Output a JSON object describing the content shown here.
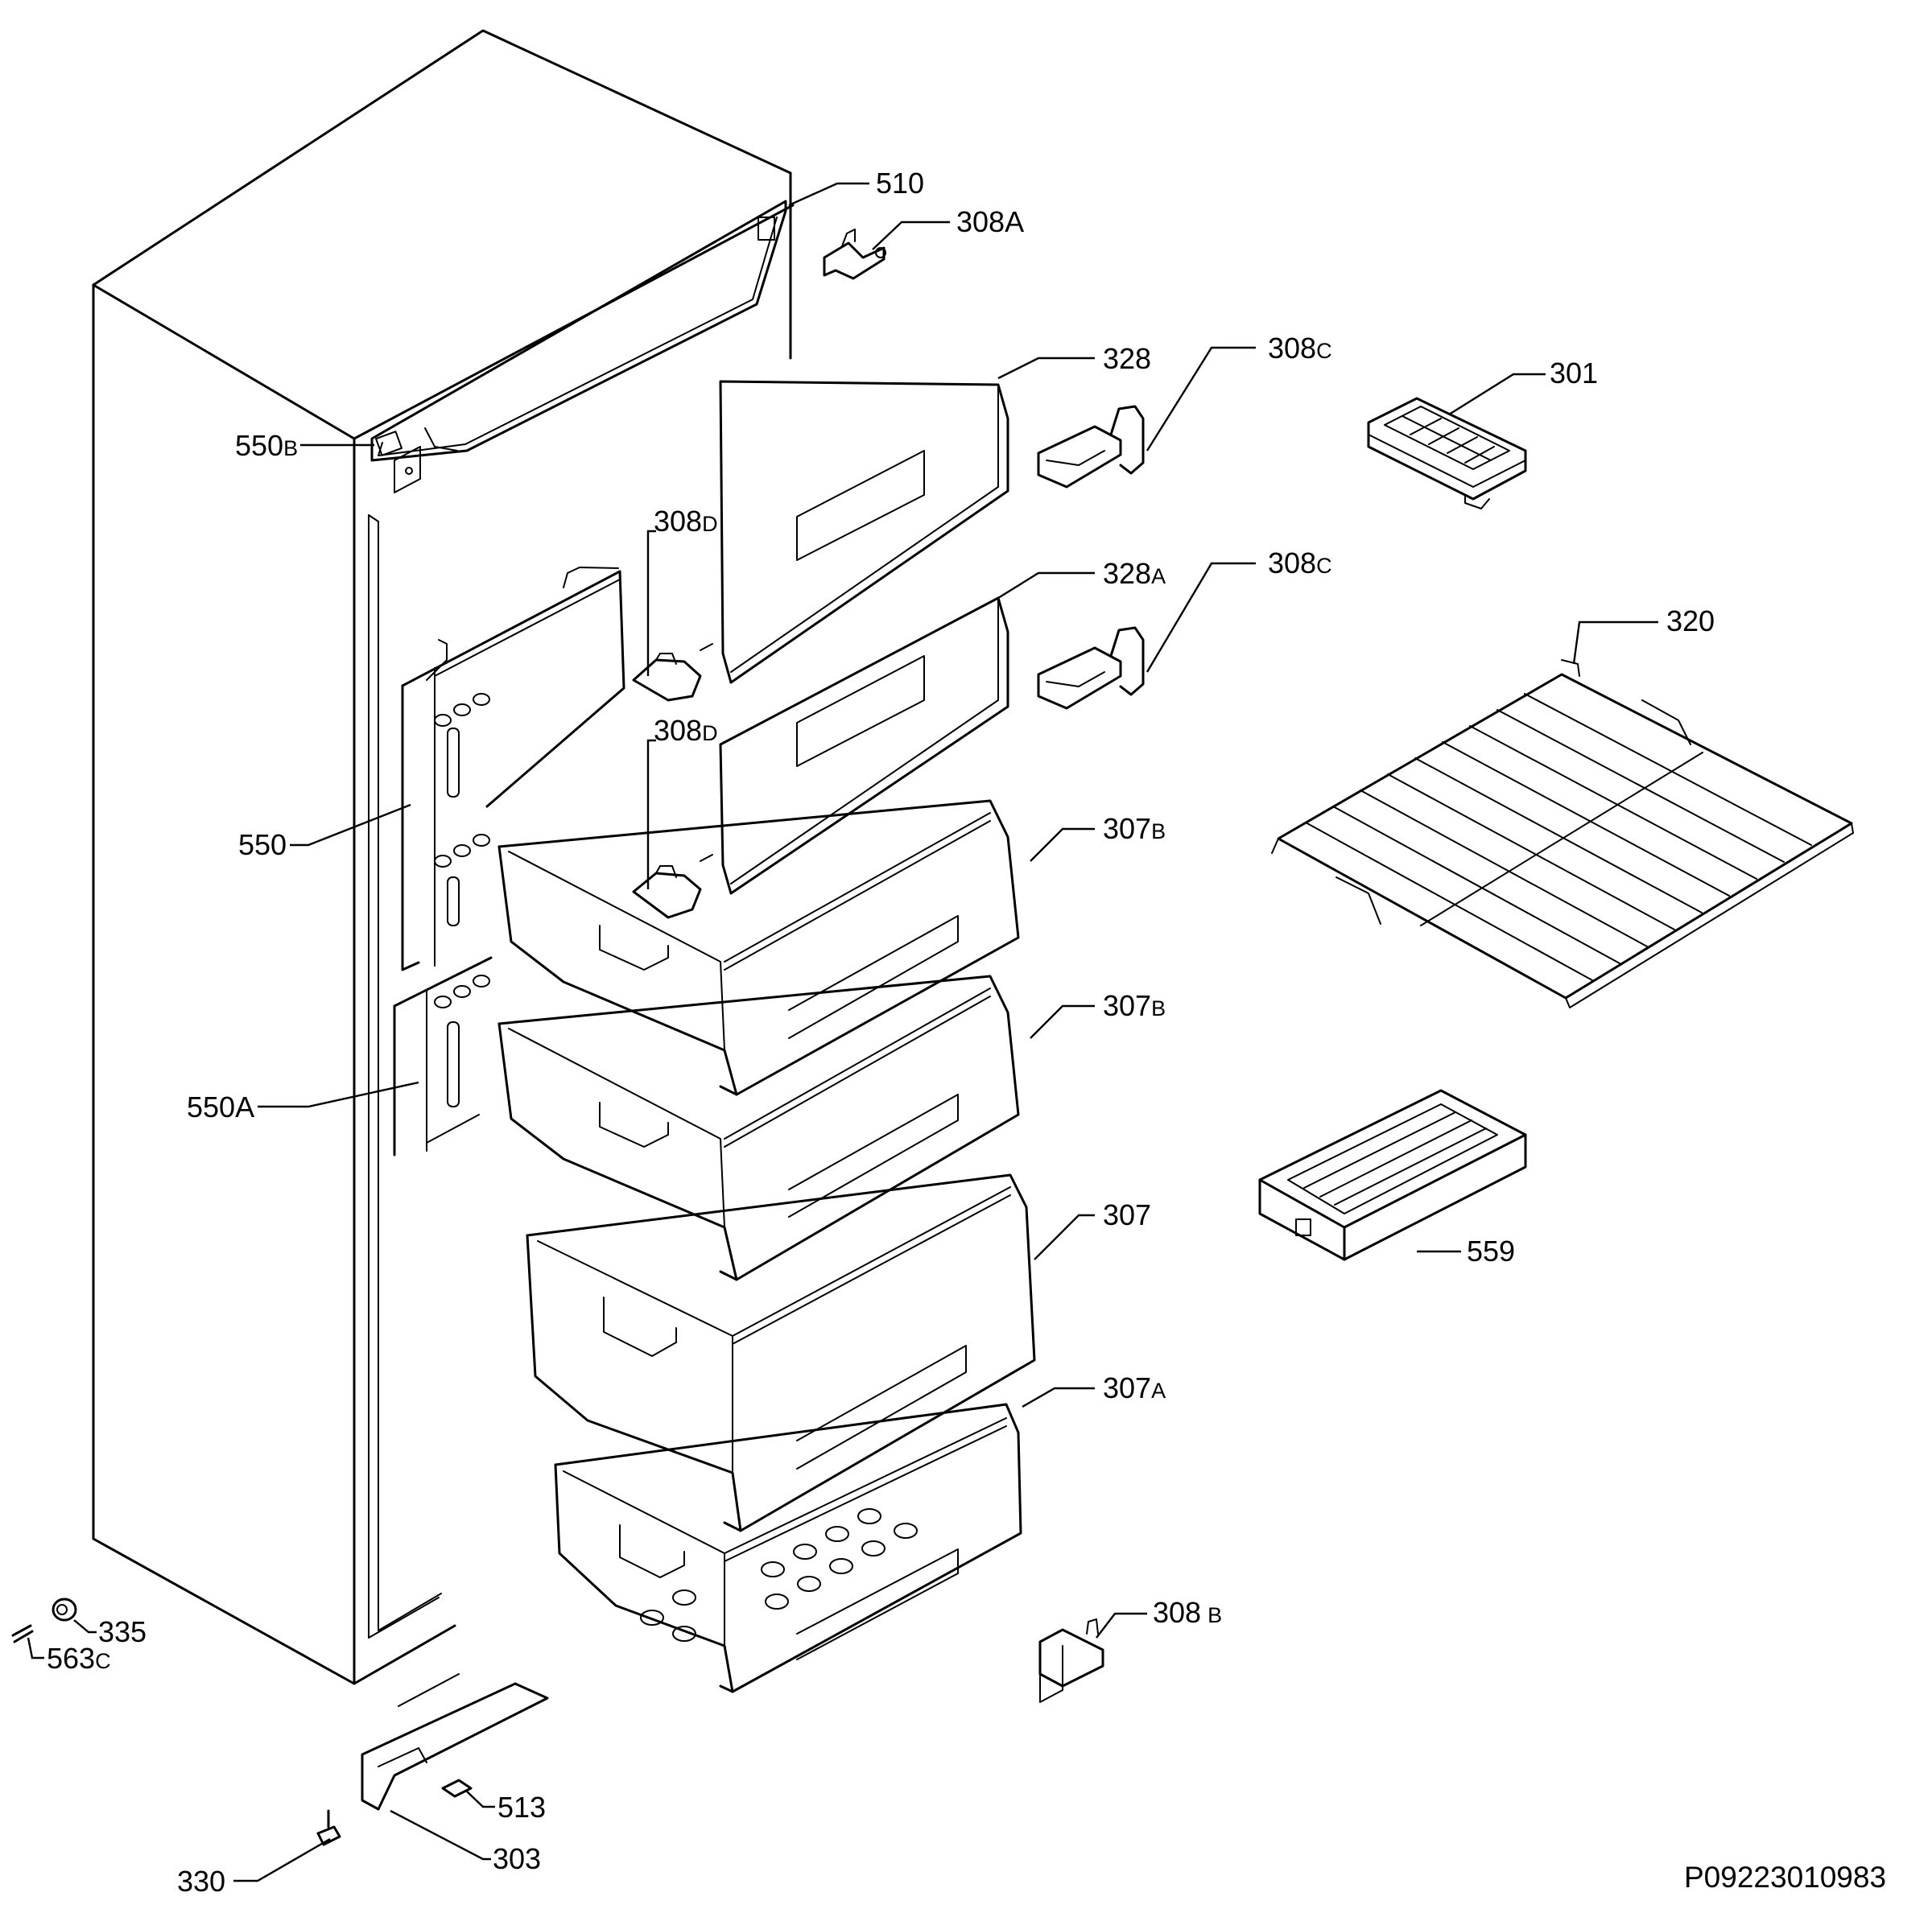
{
  "diagram": {
    "reference": "P09223010983",
    "callouts": [
      {
        "id": "510",
        "text": "510",
        "suffix": ""
      },
      {
        "id": "308A",
        "text": "308",
        "suffix": "A"
      },
      {
        "id": "328",
        "text": "328",
        "suffix": ""
      },
      {
        "id": "308C-1",
        "text": "308",
        "suffix": "C"
      },
      {
        "id": "301",
        "text": "301",
        "suffix": ""
      },
      {
        "id": "550B",
        "text": "550",
        "suffix": "B"
      },
      {
        "id": "308D-1",
        "text": "308",
        "suffix": "D"
      },
      {
        "id": "328A",
        "text": "328",
        "suffix": "A"
      },
      {
        "id": "308C-2",
        "text": "308",
        "suffix": "C"
      },
      {
        "id": "320",
        "text": "320",
        "suffix": ""
      },
      {
        "id": "308D-2",
        "text": "308",
        "suffix": "D"
      },
      {
        "id": "550",
        "text": "550",
        "suffix": ""
      },
      {
        "id": "307B-1",
        "text": "307",
        "suffix": "B"
      },
      {
        "id": "307B-2",
        "text": "307",
        "suffix": "B"
      },
      {
        "id": "550A",
        "text": "550",
        "suffix": "A"
      },
      {
        "id": "307",
        "text": "307",
        "suffix": ""
      },
      {
        "id": "559",
        "text": "559",
        "suffix": ""
      },
      {
        "id": "307A",
        "text": "307",
        "suffix": "A"
      },
      {
        "id": "335",
        "text": "335",
        "suffix": ""
      },
      {
        "id": "563C",
        "text": "563",
        "suffix": "C"
      },
      {
        "id": "308B",
        "text": "308",
        "suffix": "B"
      },
      {
        "id": "513",
        "text": "513",
        "suffix": ""
      },
      {
        "id": "303",
        "text": "303",
        "suffix": ""
      },
      {
        "id": "330",
        "text": "330",
        "suffix": ""
      }
    ]
  }
}
